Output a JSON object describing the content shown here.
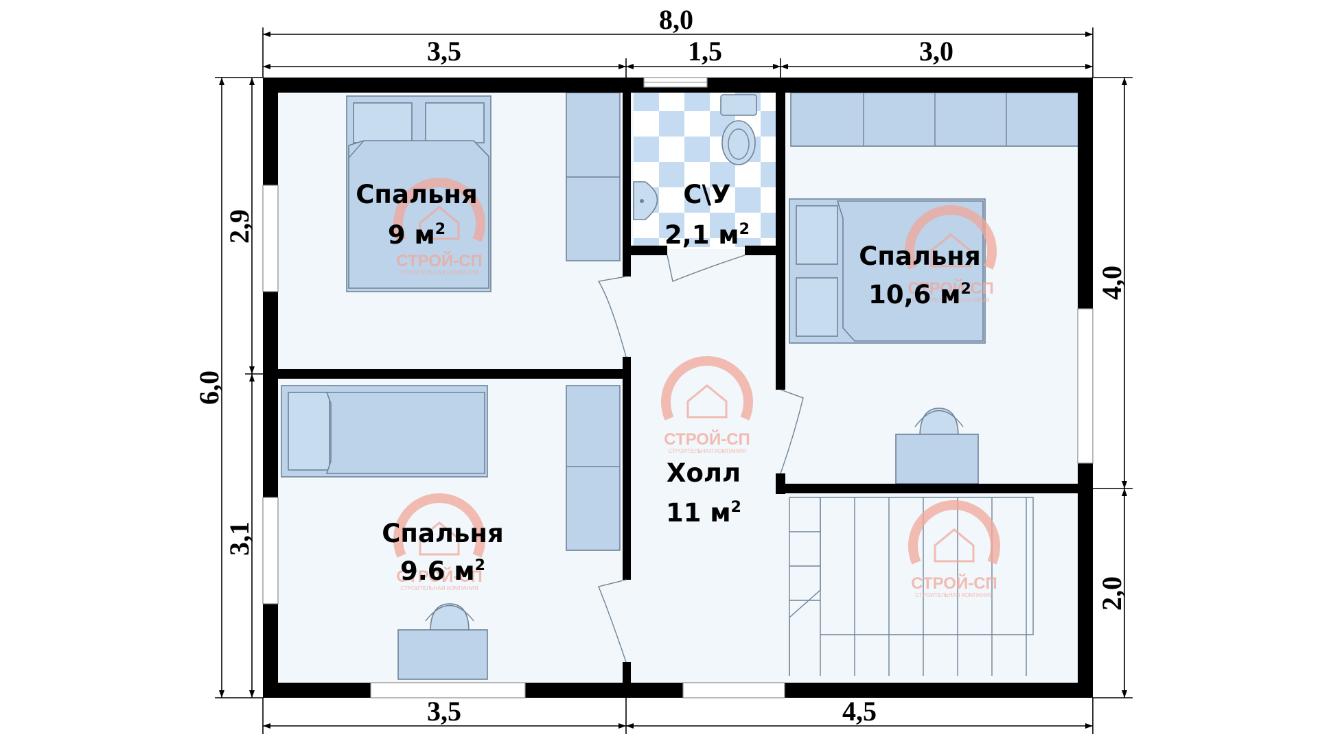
{
  "dimensions": {
    "top_total": "8,0",
    "top_left": "3,5",
    "top_mid": "1,5",
    "top_right": "3,0",
    "left_total": "6,0",
    "left_top": "2,9",
    "left_bottom": "3,1",
    "right_top": "4,0",
    "right_bottom": "2,0",
    "bottom_left": "3,5",
    "bottom_right": "4,5"
  },
  "rooms": {
    "bedroom1": {
      "name": "Спальня",
      "area": "9 м",
      "sup": "2"
    },
    "bathroom": {
      "name": "С\\У",
      "area": "2,1 м",
      "sup": "2"
    },
    "bedroom2": {
      "name": "Спальня",
      "area": "10,6 м",
      "sup": "2"
    },
    "hall": {
      "name": "Холл",
      "area": "11 м",
      "sup": "2"
    },
    "bedroom3": {
      "name": "Спальня",
      "area": "9.6 м",
      "sup": "2"
    }
  },
  "watermark": {
    "brand": "СТРОЙ-СП",
    "tagline": "СТРОИТЕЛЬНАЯ КОМПАНИЯ"
  },
  "colors": {
    "floor": "#f1f7fb",
    "furniture": "#bcd3ea",
    "wall": "#000000",
    "tile": "#c4dbf2",
    "watermark": "#f2a79a"
  }
}
